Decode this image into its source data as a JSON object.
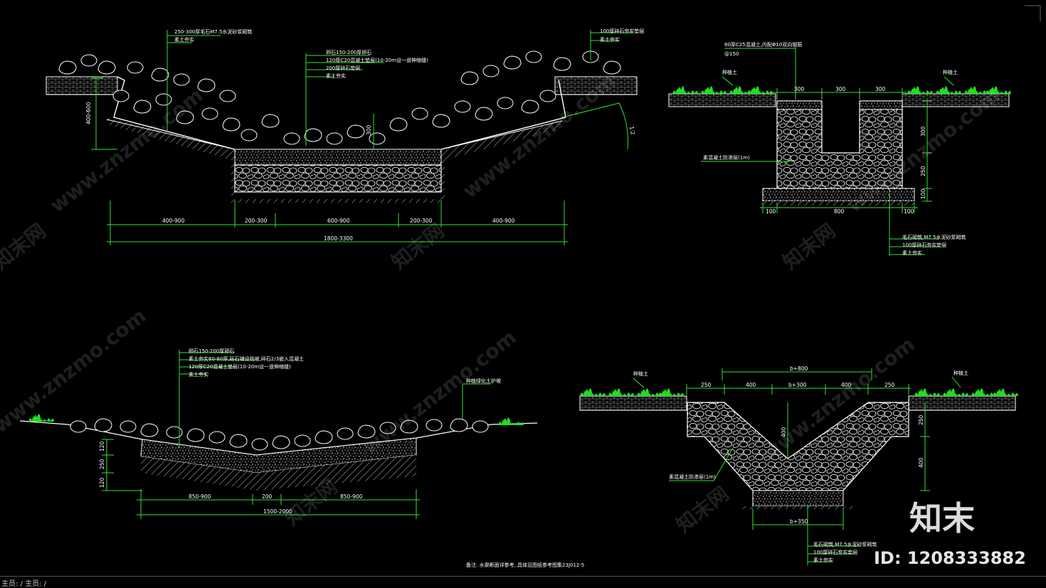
{
  "section_a": {
    "labels": [
      "250-300厚毛石M7.5水泥砂浆砌筑",
      "素土夯实"
    ],
    "center_labels": [
      "卵石150-200厚卵石",
      "120厚C20混凝土垫层(10-20m设一道伸缩缝)",
      "200厚碎石垫层",
      "素土夯实"
    ],
    "right_labels": [
      "100厚碎石夯实垫层",
      "素土夯实"
    ],
    "height_label": "400-600",
    "depth_label": "300",
    "slope_label": "1:2",
    "dims": [
      "400-900",
      "200-300",
      "600-900",
      "200-300",
      "400-900"
    ],
    "total": "1800-3300"
  },
  "section_b": {
    "top_label": "80厚C25混凝土,内配Φ10双向钢筋",
    "top_label2": "@150",
    "soil_left": "种植土",
    "soil_right": "种植土",
    "top_dims": [
      "300",
      "300",
      "300"
    ],
    "side_dims": [
      "300",
      "250",
      "100"
    ],
    "bottom_dims": [
      "100",
      "800",
      "100"
    ],
    "side_label": "素混凝土防渗层(1m)",
    "bottom_labels": [
      "毛石砌筑,M7.5水泥砂浆砌筑",
      "100厚碎石夯实垫层",
      "素土夯实"
    ]
  },
  "section_c": {
    "labels": [
      "卵石150-200厚卵石",
      "素土夯实60-80厚,砾石铺设找坡,碎石2/3嵌入混凝土",
      "120厚C20混凝土垫层(10-20m设一道伸缩缝)",
      "素土夯实"
    ],
    "right_label": "种植绿化土护坡",
    "side_dims": [
      "120",
      "250",
      "120"
    ],
    "dims": [
      "850-900",
      "200",
      "850-900"
    ],
    "total": "1500-2000"
  },
  "section_d": {
    "top_dim": "b+800",
    "dims": [
      "250",
      "400",
      "b+300",
      "400",
      "250"
    ],
    "depth": "400",
    "side_dims": [
      "250",
      "400"
    ],
    "soil_left": "种植土",
    "soil_right": "种植土",
    "bottom_dim": "b+350",
    "side_label": "素混凝土防渗层(1m)",
    "bottom_labels": [
      "毛石砌筑,M7.5水泥砂浆砌筑",
      "100厚碎石夯实垫层",
      "素土夯实"
    ]
  },
  "note": "备注: 水渠断面详参考, 具体见图纸参考图集23J012-5",
  "watermarks": [
    "www.znzmo.com",
    "知末网"
  ],
  "brand": "知末",
  "id_text": "ID: 1208333882",
  "bottom_text": "主员: / 主员: /"
}
